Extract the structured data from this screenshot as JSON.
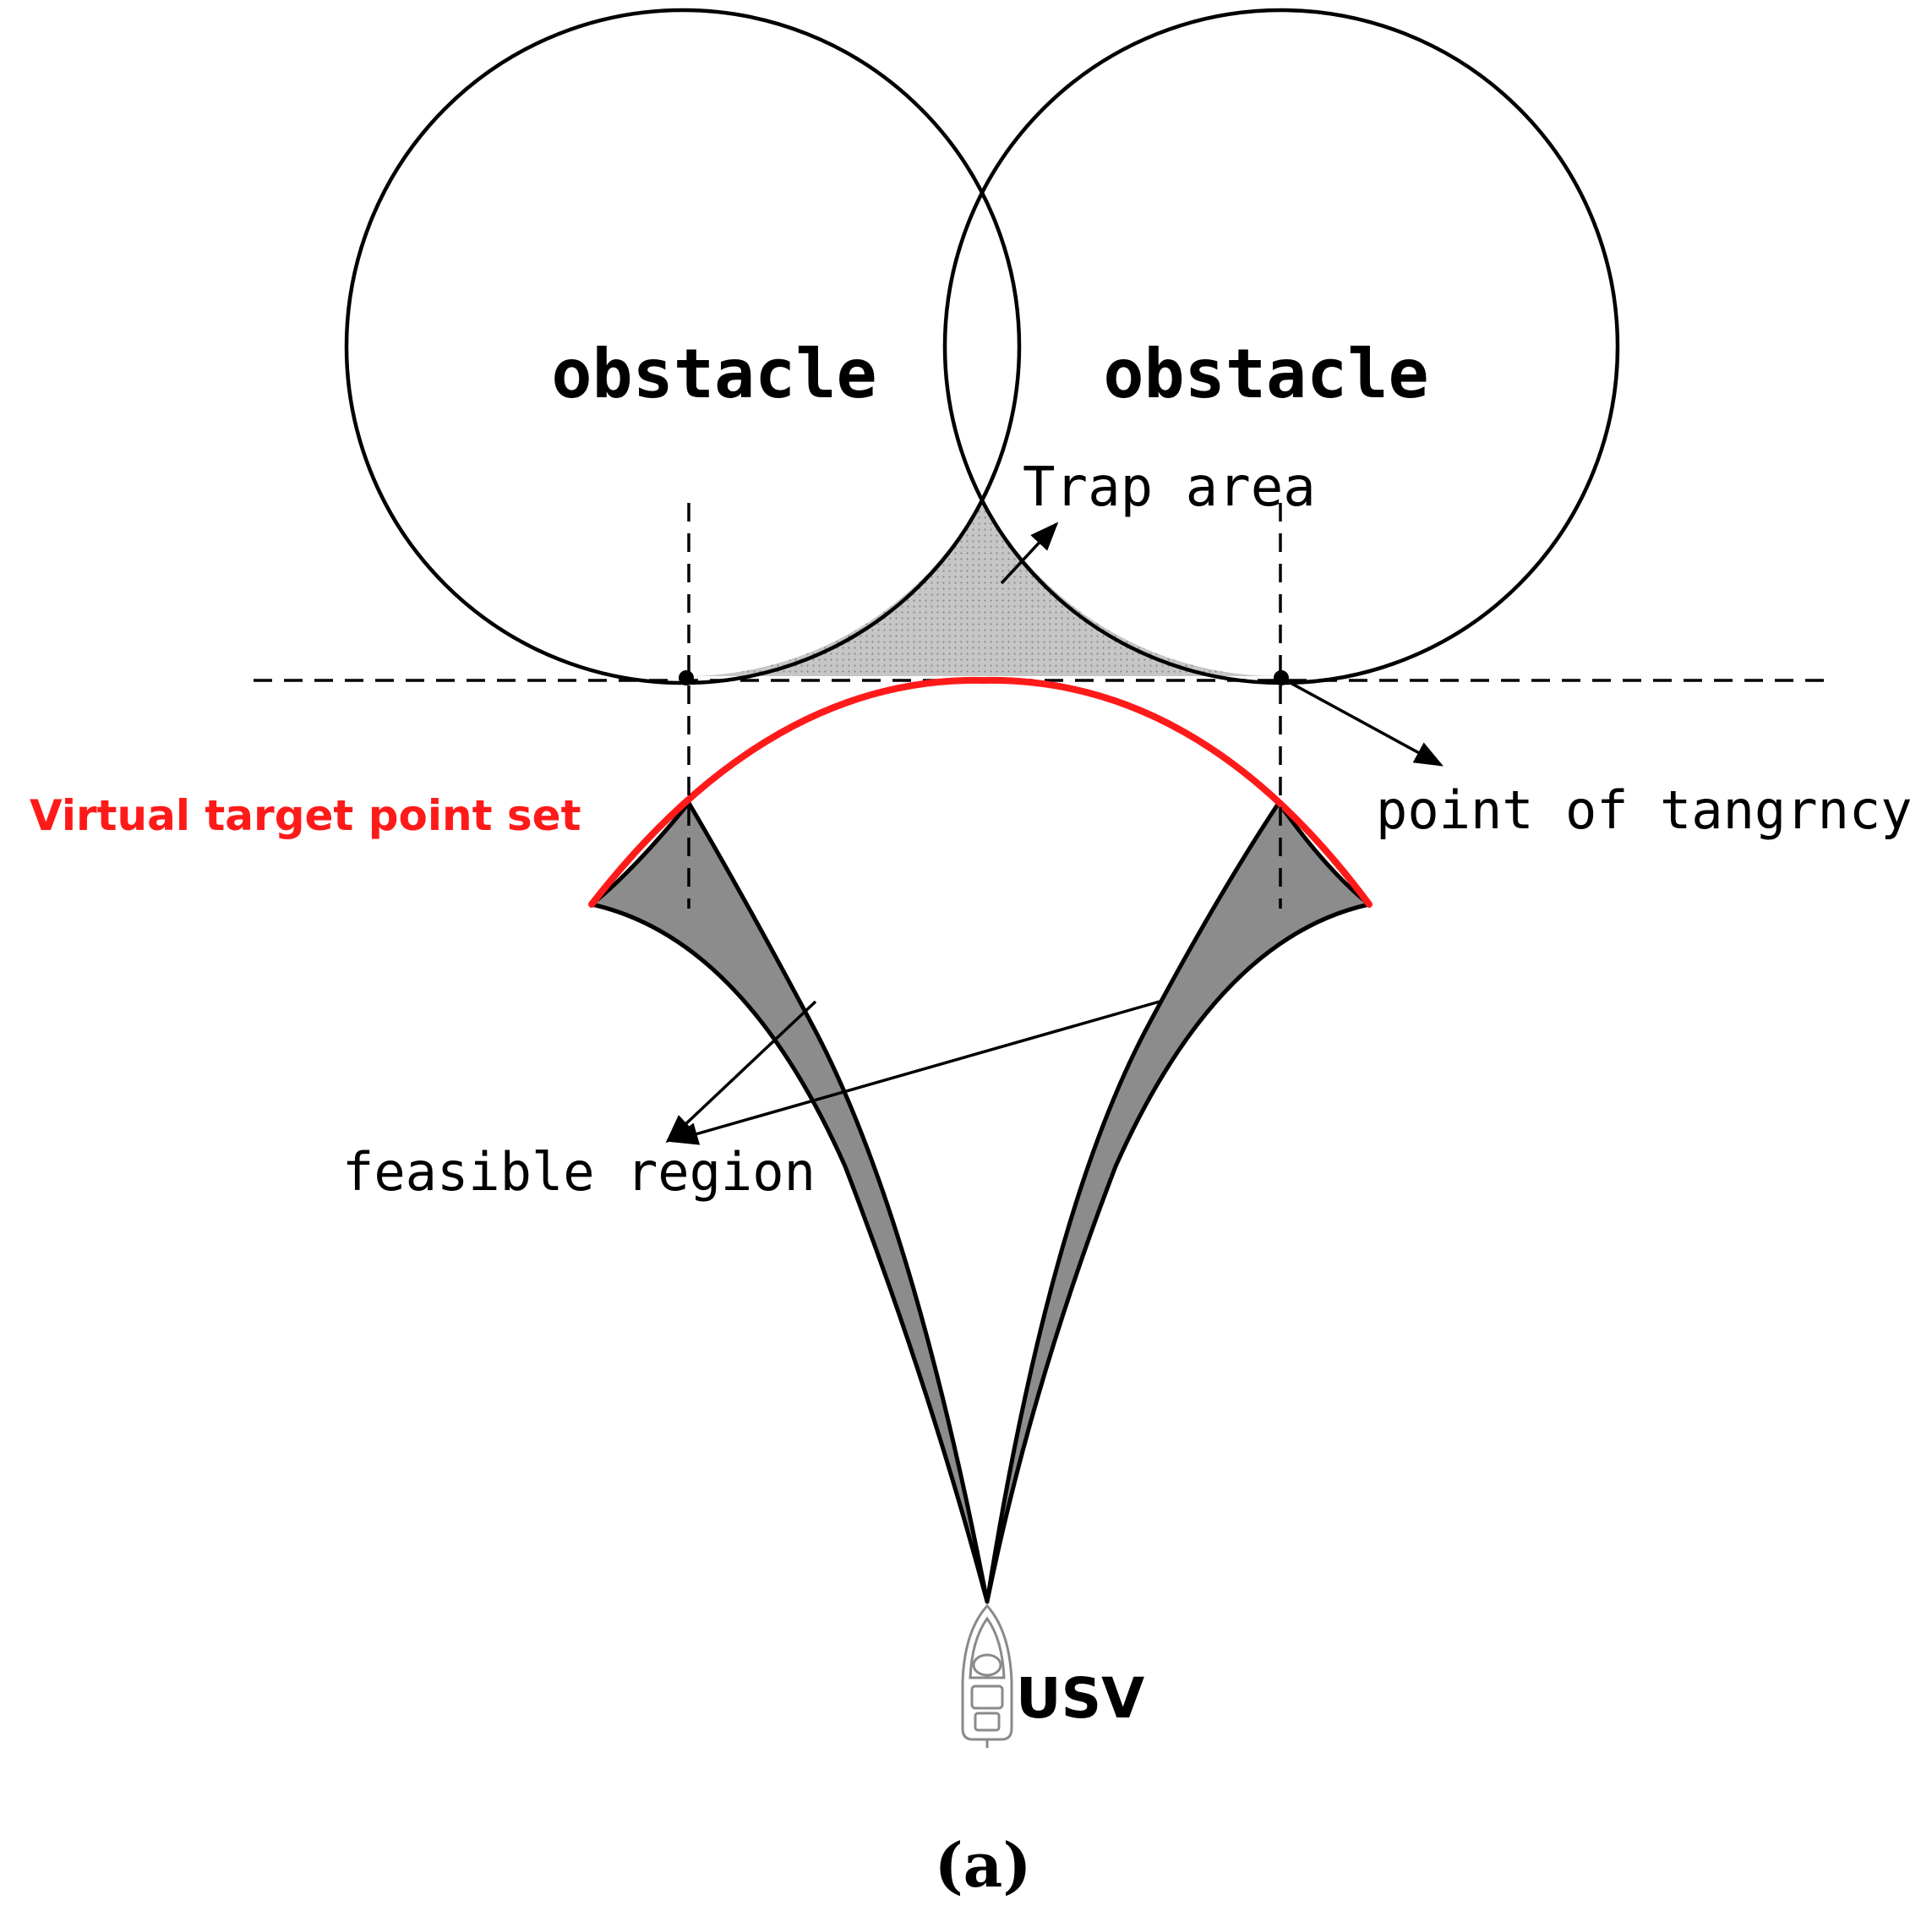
{
  "labels": {
    "obstacle_left": "obstacle",
    "obstacle_right": "obstacle",
    "trap_area": "Trap area",
    "virtual_target": "Virtual target point set",
    "tangency": "point of tangrncy",
    "feasible_region": "feasible region",
    "usv": "USV",
    "caption": "(a)"
  },
  "colors": {
    "stroke": "#000000",
    "accent": "#ff1a1a",
    "feasible_fill": "#8c8c8c",
    "trap_fill": "#c8c8c8"
  },
  "icons": {
    "vessel": "boat-icon"
  }
}
